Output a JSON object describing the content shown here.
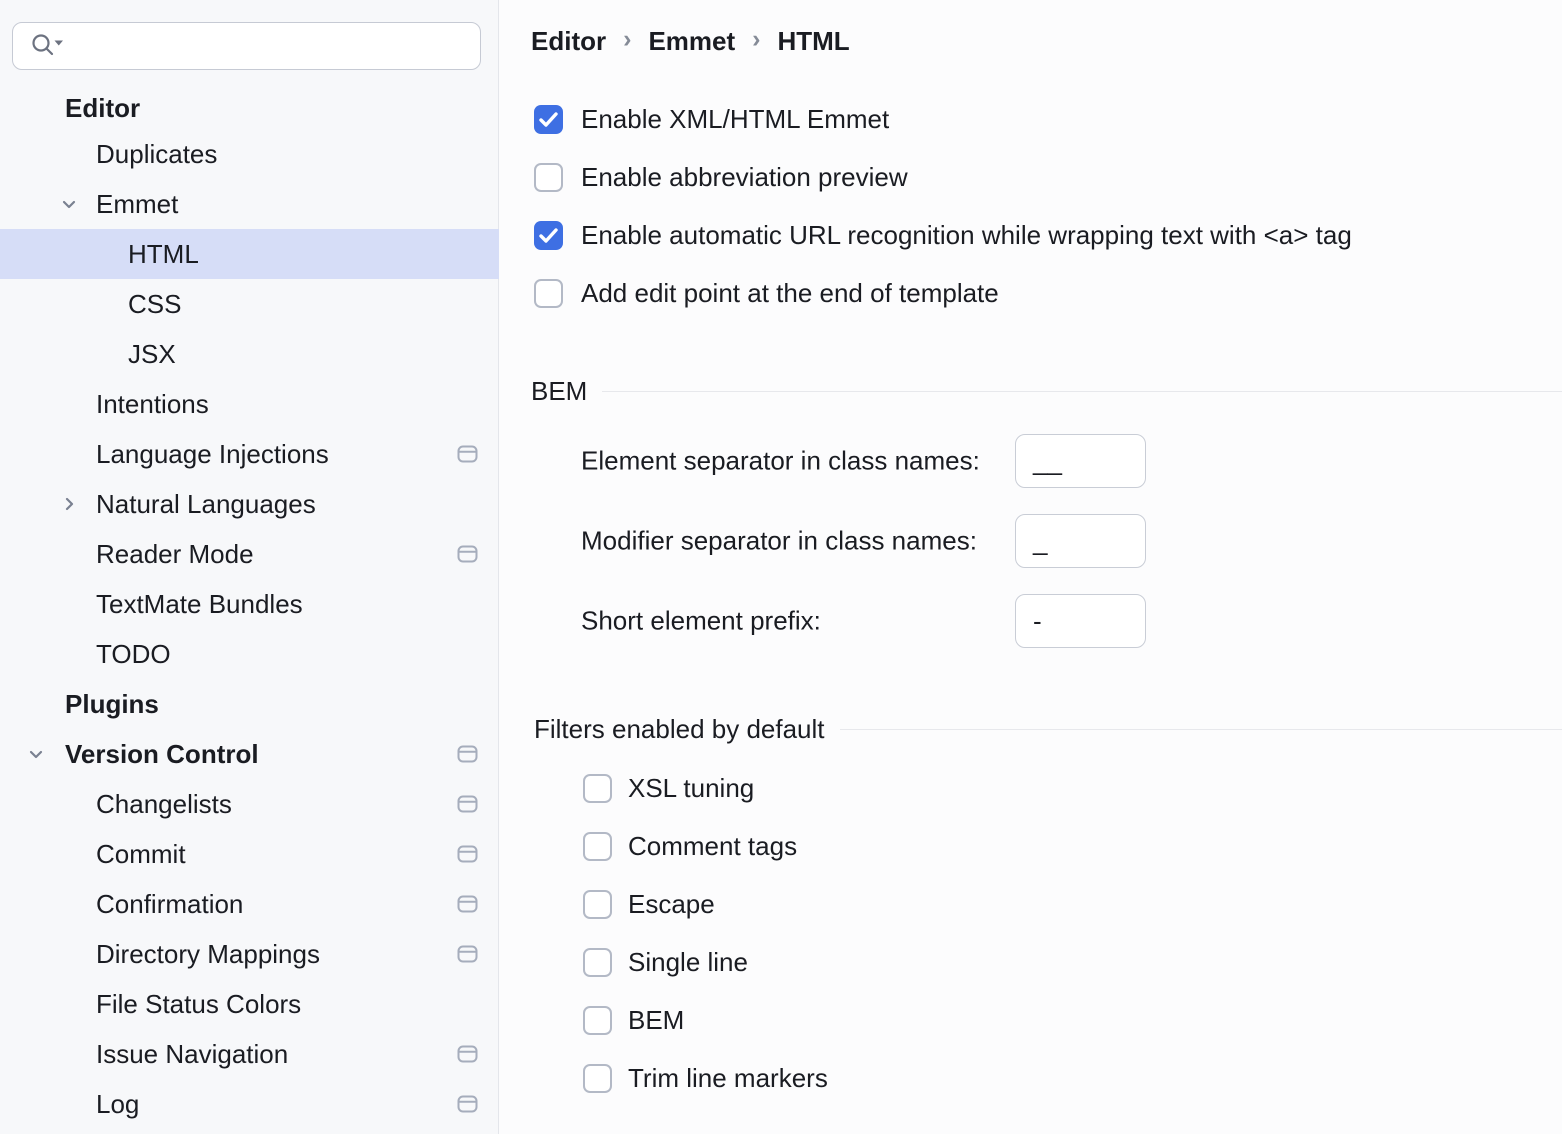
{
  "colors": {
    "accent_blue": "#3E6FE3",
    "selection_bg": "#D6DDF7",
    "sidebar_bg": "#F7F8FA",
    "content_bg": "#FCFCFD"
  },
  "sidebar": {
    "search": {
      "placeholder": "",
      "value": ""
    },
    "items": [
      {
        "label": "Editor",
        "level": 1,
        "bold": true
      },
      {
        "label": "Duplicates",
        "level": 2
      },
      {
        "label": "Emmet",
        "level": 2,
        "chevron": "down"
      },
      {
        "label": "HTML",
        "level": 3,
        "selected": true
      },
      {
        "label": "CSS",
        "level": 3
      },
      {
        "label": "JSX",
        "level": 3
      },
      {
        "label": "Intentions",
        "level": 2
      },
      {
        "label": "Language Injections",
        "level": 2,
        "badge": true
      },
      {
        "label": "Natural Languages",
        "level": 2,
        "chevron": "right"
      },
      {
        "label": "Reader Mode",
        "level": 2,
        "badge": true
      },
      {
        "label": "TextMate Bundles",
        "level": 2
      },
      {
        "label": "TODO",
        "level": 2
      },
      {
        "label": "Plugins",
        "level": 1,
        "bold": true
      },
      {
        "label": "Version Control",
        "level": 1,
        "bold": true,
        "chevron": "down",
        "badge": true
      },
      {
        "label": "Changelists",
        "level": 2,
        "badge": true
      },
      {
        "label": "Commit",
        "level": 2,
        "badge": true
      },
      {
        "label": "Confirmation",
        "level": 2,
        "badge": true
      },
      {
        "label": "Directory Mappings",
        "level": 2,
        "badge": true
      },
      {
        "label": "File Status Colors",
        "level": 2
      },
      {
        "label": "Issue Navigation",
        "level": 2,
        "badge": true
      },
      {
        "label": "Log",
        "level": 2,
        "badge": true
      }
    ]
  },
  "breadcrumb": [
    "Editor",
    "Emmet",
    "HTML"
  ],
  "main": {
    "checkboxes": [
      {
        "label": "Enable XML/HTML Emmet",
        "checked": true
      },
      {
        "label": "Enable abbreviation preview",
        "checked": false
      },
      {
        "label": "Enable automatic URL recognition while wrapping text with <a> tag",
        "checked": true
      },
      {
        "label": "Add edit point at the end of template",
        "checked": false
      }
    ],
    "bem_section": {
      "title": "BEM",
      "fields": [
        {
          "label": "Element separator in class names:",
          "value": "__"
        },
        {
          "label": "Modifier separator in class names:",
          "value": "_"
        },
        {
          "label": "Short element prefix:",
          "value": "-"
        }
      ]
    },
    "filters_section": {
      "title": "Filters enabled by default",
      "checkboxes": [
        {
          "label": "XSL tuning",
          "checked": false
        },
        {
          "label": "Comment tags",
          "checked": false
        },
        {
          "label": "Escape",
          "checked": false
        },
        {
          "label": "Single line",
          "checked": false
        },
        {
          "label": "BEM",
          "checked": false
        },
        {
          "label": "Trim line markers",
          "checked": false
        }
      ]
    }
  }
}
